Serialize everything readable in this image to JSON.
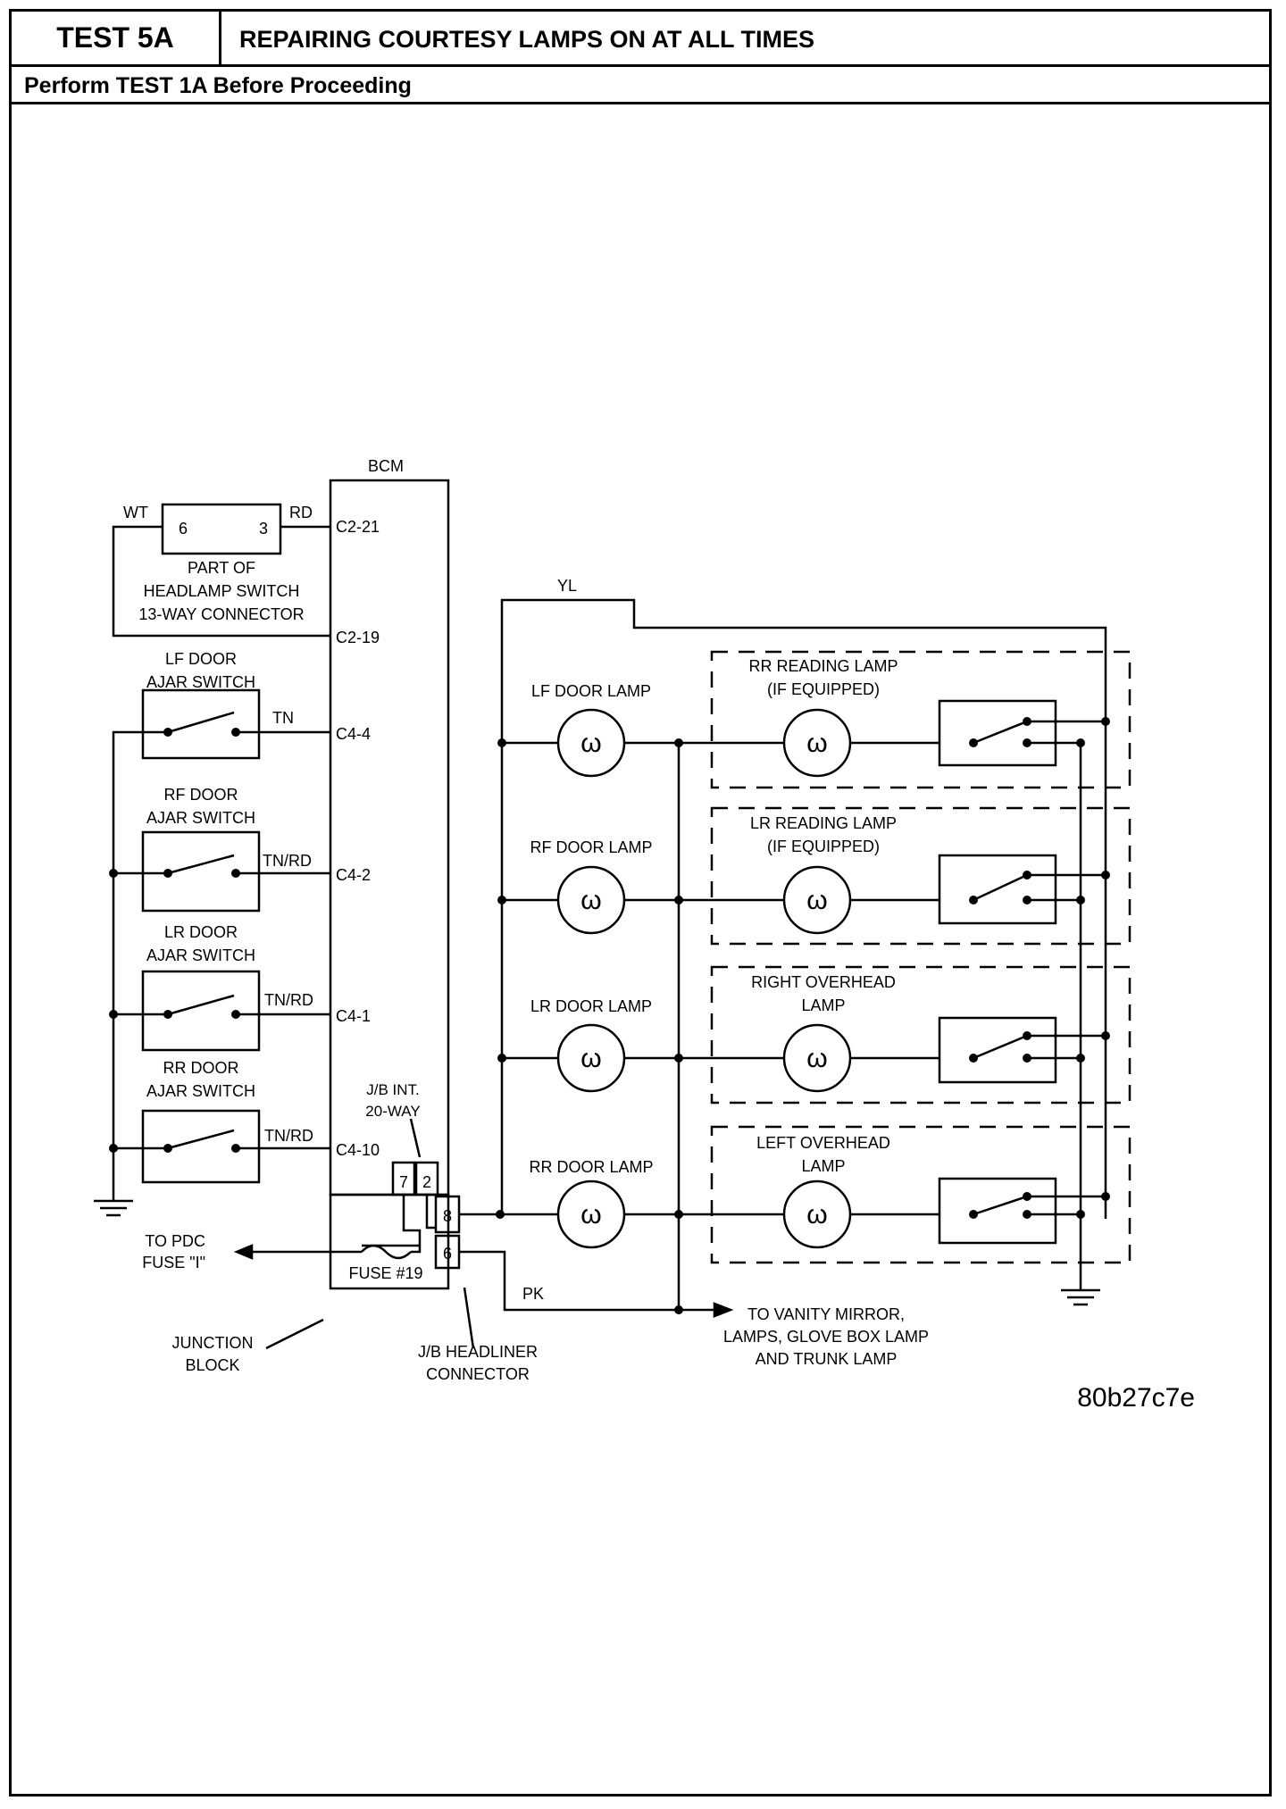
{
  "header": {
    "test_id": "TEST 5A",
    "title": "REPAIRING COURTESY LAMPS ON AT ALL TIMES",
    "prerequisite": "Perform TEST 1A Before Proceeding"
  },
  "diagram": {
    "bcm_label": "BCM",
    "headlamp_connector": {
      "pin_left": "6",
      "pin_right": "3",
      "wire_left": "WT",
      "wire_right": "RD",
      "caption_lines": [
        "PART OF",
        "HEADLAMP SWITCH",
        "13-WAY CONNECTOR"
      ]
    },
    "bcm_pins": [
      "C2-21",
      "C2-19",
      "C4-4",
      "C4-2",
      "C4-1",
      "C4-10"
    ],
    "ajar_switches": [
      {
        "line1": "LF DOOR",
        "line2": "AJAR SWITCH",
        "wire": "TN"
      },
      {
        "line1": "RF DOOR",
        "line2": "AJAR SWITCH",
        "wire": "TN/RD"
      },
      {
        "line1": "LR DOOR",
        "line2": "AJAR SWITCH",
        "wire": "TN/RD"
      },
      {
        "line1": "RR DOOR",
        "line2": "AJAR SWITCH",
        "wire": "TN/RD"
      }
    ],
    "jb_int": {
      "line1": "J/B INT.",
      "line2": "20-WAY",
      "pin_a": "7",
      "pin_b": "2"
    },
    "headliner_pins": [
      "8",
      "6"
    ],
    "fuse_label": "FUSE #19",
    "to_pdc": [
      "TO PDC",
      "FUSE \"I\""
    ],
    "junction_block": [
      "JUNCTION",
      "BLOCK"
    ],
    "jb_headliner": [
      "J/B HEADLINER",
      "CONNECTOR"
    ],
    "wire_yl": "YL",
    "wire_pk": "PK",
    "door_lamps": [
      "LF DOOR LAMP",
      "RF DOOR LAMP",
      "LR DOOR LAMP",
      "RR  DOOR LAMP"
    ],
    "overhead_lamps": [
      {
        "line1": "RR READING LAMP",
        "line2": "(IF EQUIPPED)"
      },
      {
        "line1": "LR READING LAMP",
        "line2": "(IF EQUIPPED)"
      },
      {
        "line1": "RIGHT OVERHEAD",
        "line2": "LAMP"
      },
      {
        "line1": "LEFT OVERHEAD",
        "line2": "LAMP"
      }
    ],
    "to_vanity": [
      "TO VANITY MIRROR,",
      "LAMPS, GLOVE BOX LAMP",
      "AND TRUNK LAMP"
    ],
    "figure_id": "80b27c7e"
  }
}
